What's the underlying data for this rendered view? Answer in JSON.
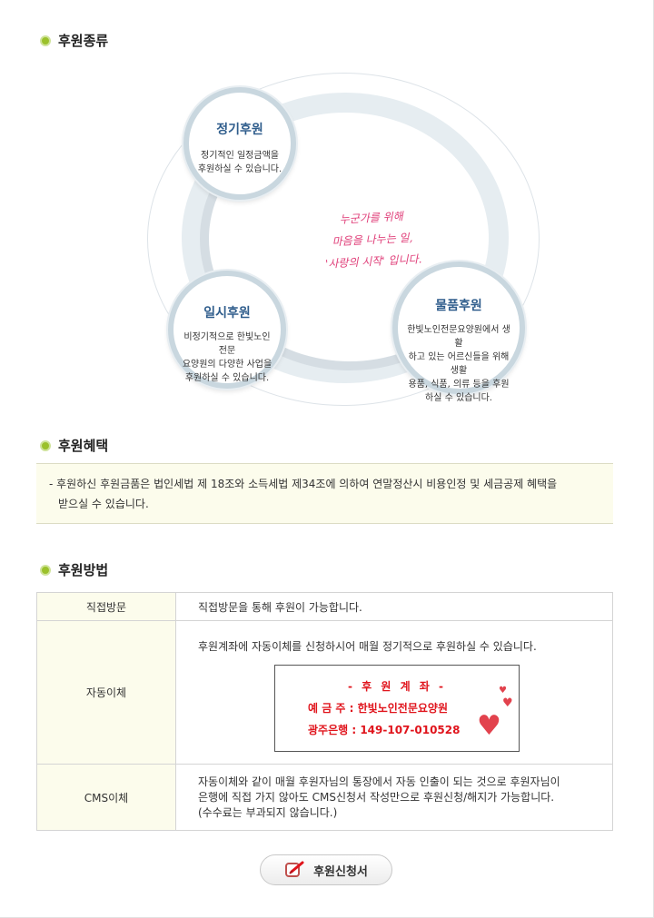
{
  "sections": {
    "types_title": "후원종류",
    "benefit_title": "후원혜택",
    "method_title": "후원방법"
  },
  "types": [
    {
      "title": "정기후원",
      "desc": [
        "정기적인 일정금액을",
        "후원하실 수 있습니다."
      ]
    },
    {
      "title": "일시후원",
      "desc": [
        "비정기적으로 한빛노인전문",
        "요양원의 다양한 사업을",
        "후원하실 수 있습니다."
      ]
    },
    {
      "title": "물품후원",
      "desc": [
        "한빛노인전문요양원에서 생활",
        "하고 있는 어르신들을 위해 생활",
        "용품, 식품, 의류 등을 후원",
        "하실 수 있습니다."
      ]
    }
  ],
  "slogan": [
    "누군가를 위해",
    "마음을 나누는 일,",
    "'사랑의 시작' 입니다."
  ],
  "benefit": {
    "line1": "- 후원하신 후원금품은 법인세법 제 18조와 소득세법 제34조에 의하여 연말정산시 비용인정 및 세금공제 혜택을",
    "line2": "받으실 수 있습니다."
  },
  "methods": {
    "visit": {
      "label": "직접방문",
      "text": "직접방문을 통해 후원이 가능합니다."
    },
    "transfer": {
      "label": "자동이체",
      "text": "후원계좌에 자동이체를 신청하시어 매월 정기적으로 후원하실 수 있습니다.",
      "account_title": "- 후 원 계 좌 -",
      "account_holder": "예 금 주 : 한빛노인전문요양원",
      "account_bank": "광주은행 : 149-107-010528"
    },
    "cms": {
      "label": "CMS이체",
      "line1": "자동이체와 같이 매월 후원자님의 통장에서 자동 인출이 되는 것으로 후원자님이",
      "line2": "은행에 직접 가지 않아도 CMS신청서 작성만으로 후원신청/해지가 가능합니다.",
      "line3": "(수수료는 부과되지 않습니다.)"
    }
  },
  "apply_button": "후원신청서",
  "colors": {
    "accent_green": "#9bc12b",
    "title_blue": "#2f5d8c",
    "pink": "#e0407a",
    "red": "#e0141c",
    "cell_bg": "#fcfcec"
  },
  "icons": {
    "bullet": "green-dot-icon",
    "apply": "form-pen-icon",
    "heart": "heart-icon"
  }
}
